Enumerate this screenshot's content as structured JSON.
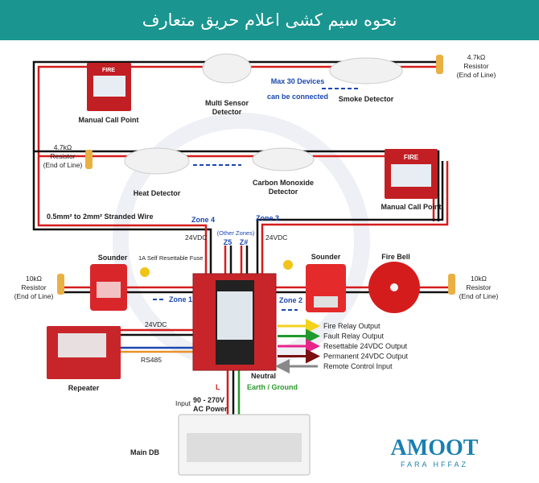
{
  "header": {
    "title": "نحوه سیم کشی اعلام حریق متعارف"
  },
  "devices": {
    "manual_call_point_top": "Manual Call Point",
    "multi_sensor": [
      "Multi Sensor",
      "Detector"
    ],
    "smoke": "Smoke Detector",
    "max_devices": [
      "Max 30 Devices",
      "can be connected"
    ],
    "heat": "Heat Detector",
    "co": [
      "Carbon Monoxide",
      "Detector"
    ],
    "manual_call_point_mid": "Manual Call Point",
    "fire_label": "FIRE",
    "sounder_left": "Sounder",
    "sounder_right": "Sounder",
    "fire_bell": "Fire Bell",
    "fuse": "1A Self Resettable Fuse",
    "repeater": "Repeater",
    "main_db": "Main DB"
  },
  "resistors": {
    "top_right": [
      "4.7kΩ",
      "Resistor",
      "(End of Line)"
    ],
    "mid_left": [
      "4.7kΩ",
      "Resistor",
      "(End of Line)"
    ],
    "left": [
      "10kΩ",
      "Resistor",
      "(End of Line)"
    ],
    "right": [
      "10kΩ",
      "Resistor",
      "(End of Line)"
    ]
  },
  "wiring": {
    "wire_spec": "0.5mm² to 2mm² Stranded Wire",
    "zone1": "Zone 1",
    "zone2": "Zone 2",
    "zone3": "Zone 3",
    "zone4": "Zone 4",
    "other_zones": "(Other Zones)",
    "z5": "Z5",
    "zhash": "Z#",
    "vdc_left": "24VDC",
    "vdc_right": "24VDC",
    "vdc_repeater": "24VDC",
    "rs485": "RS485",
    "neutral": "Neutral",
    "earth": "Earth / Ground",
    "live": "L",
    "input": "Input",
    "power": [
      "90 - 270V",
      "AC Power"
    ]
  },
  "outputs": [
    {
      "label": "Fire Relay Output",
      "color": "#f2d21b"
    },
    {
      "label": "Fault Relay Output",
      "color": "#1f9a2e"
    },
    {
      "label": "Resettable 24VDC Output",
      "color": "#e8248a"
    },
    {
      "label": "Permanent 24VDC Output",
      "color": "#7a1010"
    },
    {
      "label": "Remote Control Input",
      "color": "#888888"
    }
  ],
  "logo": {
    "name": "AMOOT",
    "sub": "FARA HFFAZ",
    "color": "#1a7fb0"
  }
}
